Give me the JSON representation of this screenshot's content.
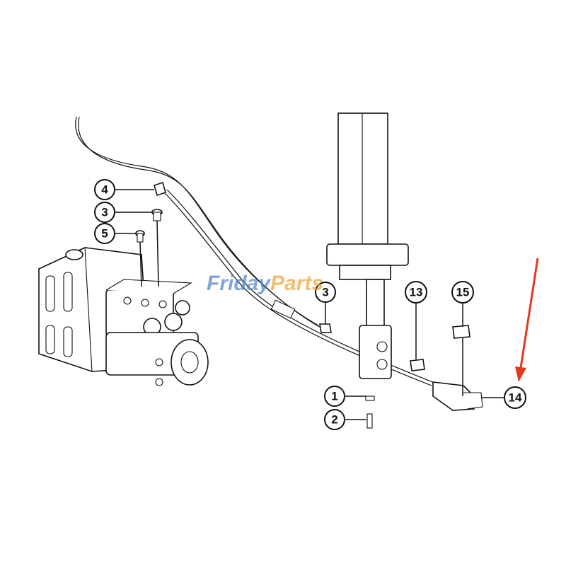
{
  "watermark": {
    "text_a": "Friday",
    "text_b": "Parts",
    "color_a": "#4a7fc9",
    "color_b": "#f0a030"
  },
  "callouts": [
    {
      "id": "c4",
      "label": "4"
    },
    {
      "id": "c3a",
      "label": "3"
    },
    {
      "id": "c5",
      "label": "5"
    },
    {
      "id": "c3b",
      "label": "3"
    },
    {
      "id": "c13",
      "label": "13"
    },
    {
      "id": "c15",
      "label": "15"
    },
    {
      "id": "c1",
      "label": "1"
    },
    {
      "id": "c2",
      "label": "2"
    },
    {
      "id": "c14",
      "label": "14"
    }
  ],
  "arrow_color": "#e03a1e"
}
